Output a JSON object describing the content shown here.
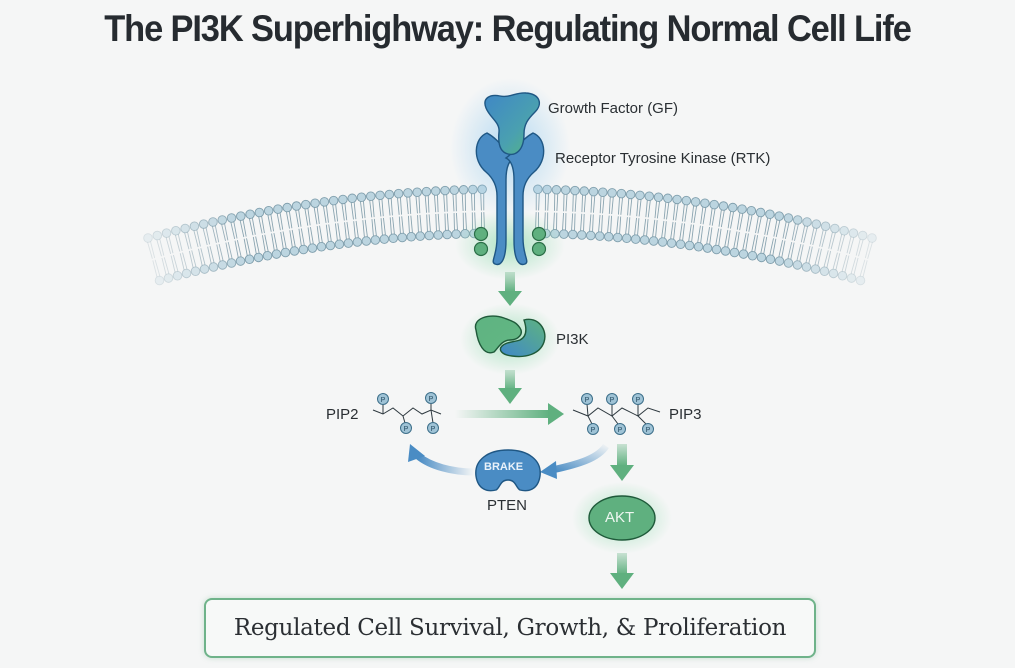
{
  "title": "The PI3K Superhighway: Regulating Normal Cell Life",
  "labels": {
    "growth_factor": "Growth Factor (GF)",
    "rtk": "Receptor Tyrosine Kinase (RTK)",
    "pi3k": "PI3K",
    "pip2": "PIP2",
    "pip3": "PIP3",
    "pten_badge": "BRAKE",
    "pten": "PTEN",
    "akt": "AKT",
    "phosphate": "P"
  },
  "outcome": "Regulated Cell Survival, Growth, & Proliferation",
  "colors": {
    "blue": "#4a8cc4",
    "green": "#5fb07f",
    "membrane": "#a9c6d3",
    "text": "#2a2f33",
    "outcome_border": "#6fb38a"
  },
  "flow": [
    {
      "from": "Growth Factor (GF)",
      "to": "Receptor Tyrosine Kinase (RTK)",
      "relation": "binds"
    },
    {
      "from": "Receptor Tyrosine Kinase (RTK)",
      "to": "PI3K",
      "relation": "activates"
    },
    {
      "from": "PI3K",
      "to": "PIP2 → PIP3",
      "relation": "phosphorylates"
    },
    {
      "from": "PIP3",
      "to": "PIP2",
      "relation": "PTEN dephosphorylates (brake)"
    },
    {
      "from": "PIP3",
      "to": "AKT",
      "relation": "activates"
    },
    {
      "from": "AKT",
      "to": "Regulated Cell Survival, Growth, & Proliferation",
      "relation": "promotes"
    }
  ]
}
